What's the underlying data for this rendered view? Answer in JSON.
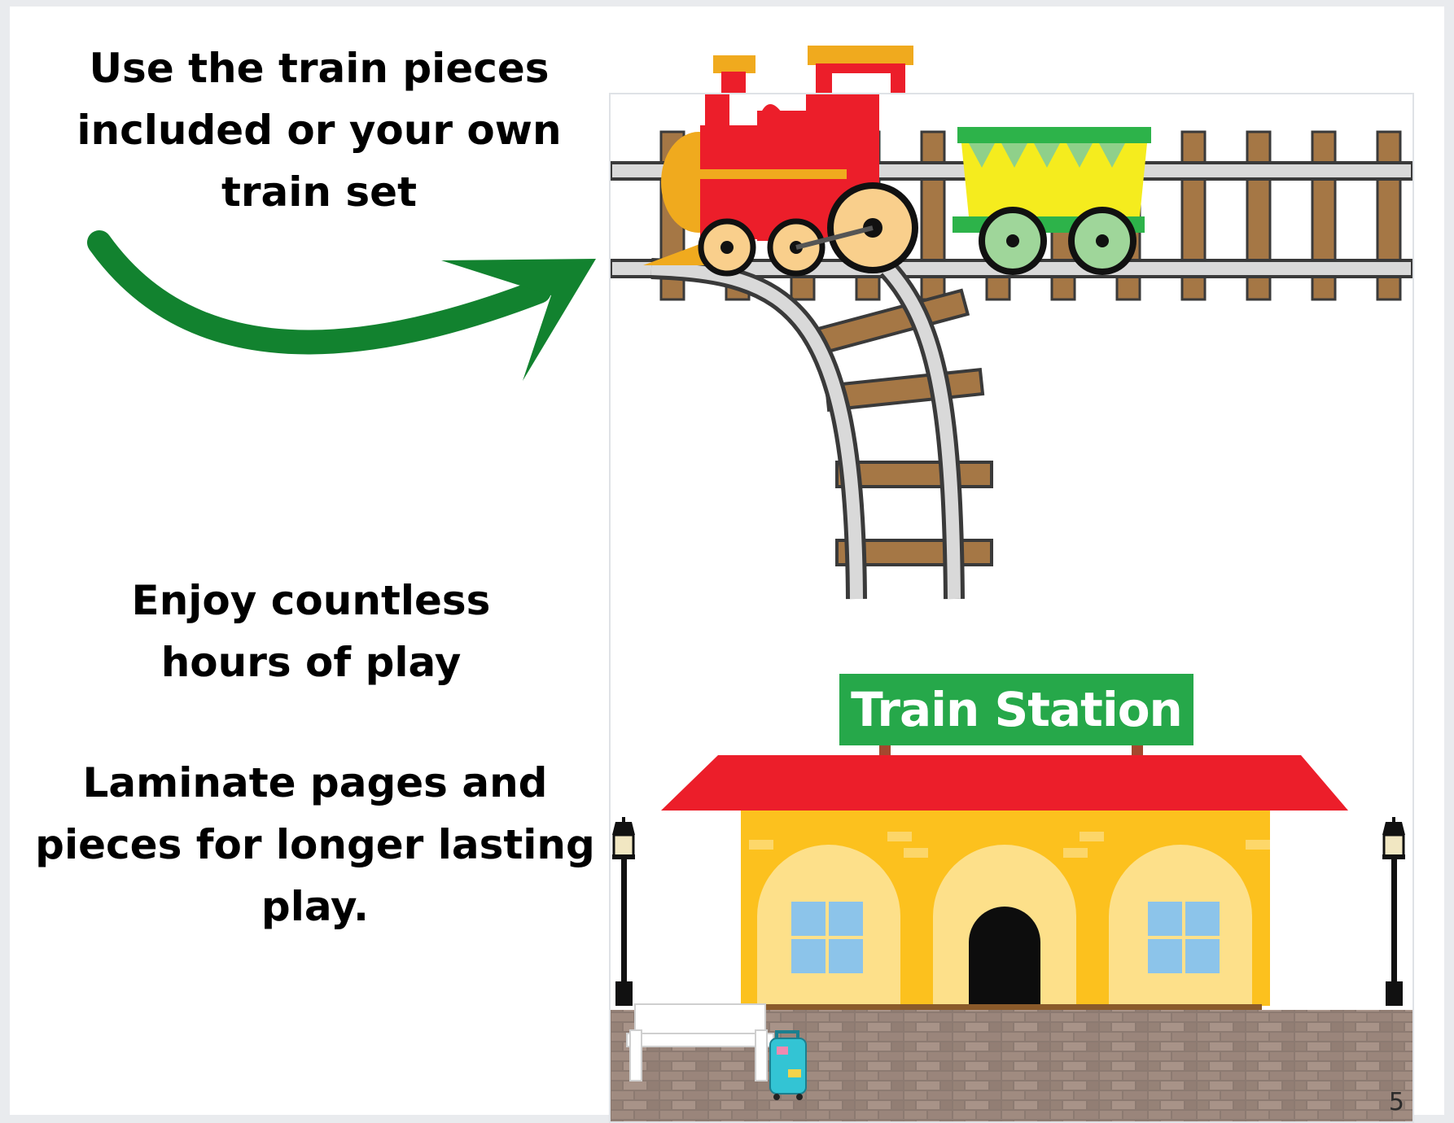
{
  "instructions": {
    "top": "Use the train pieces\nincluded or your own\ntrain set",
    "enjoy": "Enjoy countless\nhours of play",
    "laminate": "Laminate pages and\npieces for longer lasting\nplay."
  },
  "playmat": {
    "station_sign": "Train Station",
    "page_number": "5"
  },
  "colors": {
    "arrow": "#12822f",
    "sign": "#26a84a",
    "roof": "#ec1e2a",
    "station_wall": "#fcc11e",
    "engine": "#ec1e2a",
    "wagon": "#f5ec1e",
    "rail": "#d9d9d9",
    "sleeper": "#a57745"
  },
  "icons": [
    "curved-arrow-icon",
    "train-engine-icon",
    "coal-wagon-icon",
    "railway-track-icon",
    "street-lamp-icon",
    "bench-icon",
    "suitcase-icon"
  ]
}
